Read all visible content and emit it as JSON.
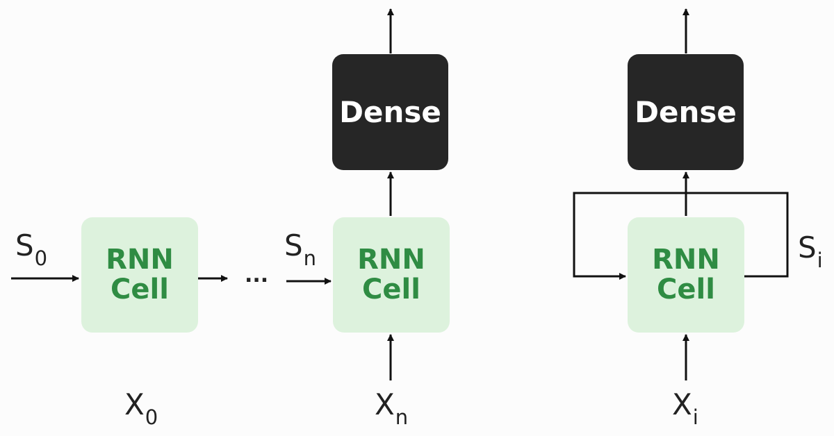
{
  "colors": {
    "background": "#fcfcfc",
    "rnn_fill": "#ddf2dd",
    "rnn_text": "#2f8c43",
    "dense_fill": "#262626",
    "dense_text": "#ffffff",
    "line": "#111111"
  },
  "rnn_label": "RNN\nCell",
  "dense_label": "Dense",
  "ellipsis": "...",
  "labels": {
    "s0": {
      "base": "S",
      "sub": "0"
    },
    "sn": {
      "base": "S",
      "sub": "n"
    },
    "si": {
      "base": "S",
      "sub": "i"
    },
    "x0": {
      "base": "X",
      "sub": "0"
    },
    "xn": {
      "base": "X",
      "sub": "n"
    },
    "xi": {
      "base": "X",
      "sub": "i"
    }
  }
}
